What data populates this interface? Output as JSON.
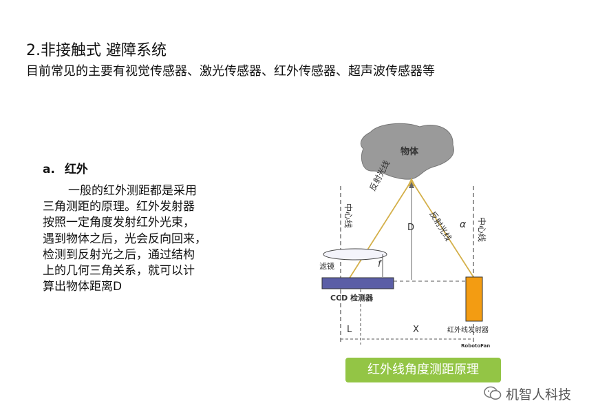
{
  "header": {
    "title": "2.非接触式 避障系统",
    "subtitle": "目前常见的主要有视觉传感器、激光传感器、红外传感器、超声波传感器等"
  },
  "section": {
    "number": "a.",
    "heading": "红外",
    "paragraph_lines": [
      "一般的红外测距都是采用",
      "三角测距的原理。红外发射器",
      "按照一定角度发射红外光束，",
      "遇到物体之后，光会反向回来，",
      "检测到反射光之后，通过结构",
      "上的几何三角关系，就可以计",
      "算出物体距离D"
    ]
  },
  "diagram": {
    "object_label": "物体",
    "center_line_left": "中心线",
    "center_line_right": "中心线",
    "reflected_light_left": "反射光线",
    "reflected_light_right": "反射光线",
    "distance_label": "D",
    "angle_label": "α",
    "filter_label": "滤镜",
    "focal_label": "f",
    "ccd_label": "CCD 检测器",
    "emitter_label": "红外线发射器",
    "l_label": "L",
    "x_label": "X",
    "brand_label": "RobotoFan",
    "colors": {
      "emitter": "#f39c12",
      "ccd": "#5b5ea6",
      "light": "#d4b04a",
      "object": "#9a9a9a"
    }
  },
  "caption": "红外线角度测距原理",
  "watermark": {
    "icon": "wechat-icon",
    "text": "机智人科技"
  }
}
